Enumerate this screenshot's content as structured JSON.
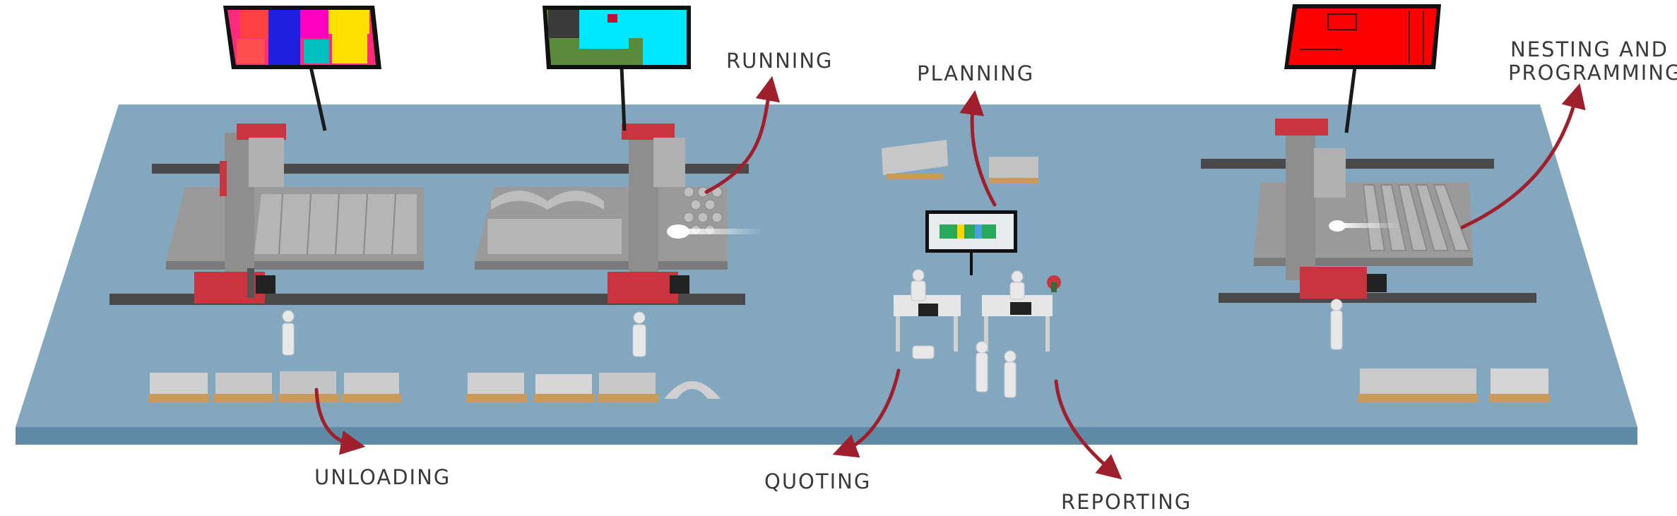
{
  "labels": {
    "running": "RUNNING",
    "planning": "PLANNING",
    "nesting_line1": "NESTING AND",
    "nesting_line2": "PROGRAMMING",
    "unloading": "UNLOADING",
    "quoting": "QUOTING",
    "reporting": "REPORTING"
  },
  "colors": {
    "floor": "#82a7bf",
    "floor_edge": "#5f8aa6",
    "machine_red": "#c8353f",
    "machine_gray": "#9a9a9a",
    "rail": "#4a4a4a",
    "arrow": "#a01f2c",
    "pallet": "#c99a5a",
    "screen_red": "#ff0000"
  },
  "icons": {
    "arrow": "curved-arrow-icon",
    "person": "person-icon",
    "monitor": "monitor-icon"
  }
}
